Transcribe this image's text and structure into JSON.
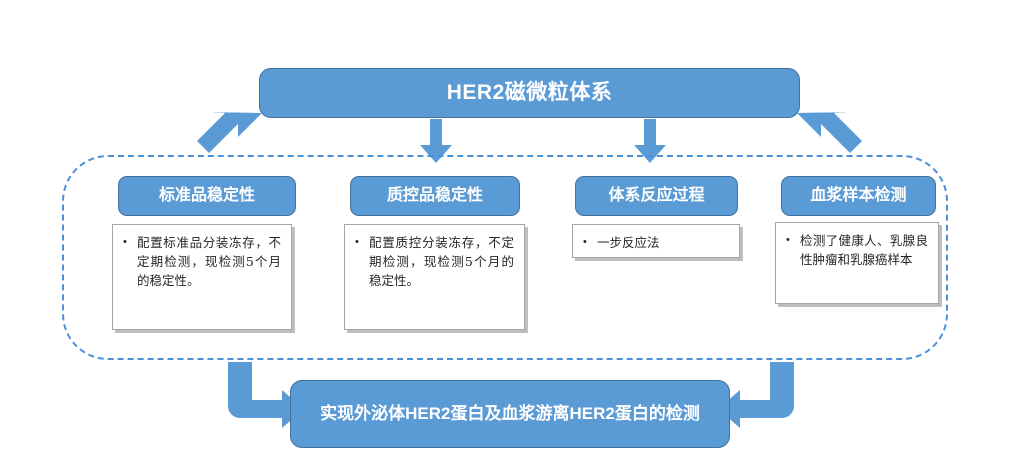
{
  "diagram": {
    "title": "HER2磁微粒体系",
    "conclusion": "实现外泌体HER2蛋白及血浆游离HER2蛋白的检测",
    "colors": {
      "box_fill": "#5b9bd5",
      "box_border": "#41719c",
      "arrow_fill": "#5b9bd5",
      "dashed_border": "#4a90d9",
      "content_border": "#a6a6a6",
      "content_shadow": "#bfbfbf",
      "text_on_blue": "#ffffff",
      "body_text": "#262626"
    },
    "categories": [
      {
        "header": "标准品稳定性",
        "bullet": "•",
        "body": "配置标准品分装冻存，不定期检测，现检测5个月的稳定性。"
      },
      {
        "header": "质控品稳定性",
        "bullet": "•",
        "body": "配置质控分装冻存，不定期检测，现检测5个月的稳定性。"
      },
      {
        "header": "体系反应过程",
        "bullet": "•",
        "body": "一步反应法"
      },
      {
        "header": "血浆样本检测",
        "bullet": "•",
        "body": "检测了健康人、乳腺良性肿瘤和乳腺癌样本"
      }
    ],
    "arrows": [
      {
        "name": "arrow-title-to-standard",
        "kind": "diagonal-down-left"
      },
      {
        "name": "arrow-title-to-qc",
        "kind": "straight-down"
      },
      {
        "name": "arrow-title-to-reaction",
        "kind": "straight-down"
      },
      {
        "name": "arrow-title-to-plasma",
        "kind": "diagonal-down-right"
      },
      {
        "name": "arrow-group-to-conclusion-left",
        "kind": "bent-down-right"
      },
      {
        "name": "arrow-group-to-conclusion-right",
        "kind": "bent-down-left"
      }
    ]
  }
}
